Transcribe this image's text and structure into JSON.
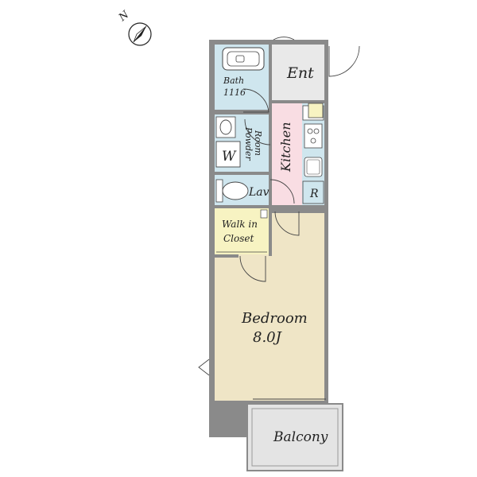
{
  "compass": {
    "label": "N",
    "icon": "compass-needle-icon"
  },
  "rooms": {
    "ent": {
      "label": "Ent"
    },
    "bath": {
      "label": "Bath",
      "size": "1116"
    },
    "powder_room": {
      "line1": "Powder",
      "line2": "Room"
    },
    "washer": {
      "label": "W"
    },
    "kitchen": {
      "label": "Kitchen"
    },
    "refrigerator": {
      "label": "R"
    },
    "lav": {
      "label": "Lav"
    },
    "walk_in_closet": {
      "line1": "Walk in",
      "line2": "Closet"
    },
    "bedroom": {
      "label": "Bedroom",
      "size": "8.0J"
    },
    "balcony": {
      "label": "Balcony"
    }
  },
  "colors": {
    "wall": "#8a8a8a",
    "wet_area": "#cfe6ee",
    "kitchen": "#f9dde3",
    "bedroom": "#efe5c6",
    "closet": "#f7f3c2",
    "entrance": "#e9e9e9",
    "balcony": "#e4e4e4"
  }
}
